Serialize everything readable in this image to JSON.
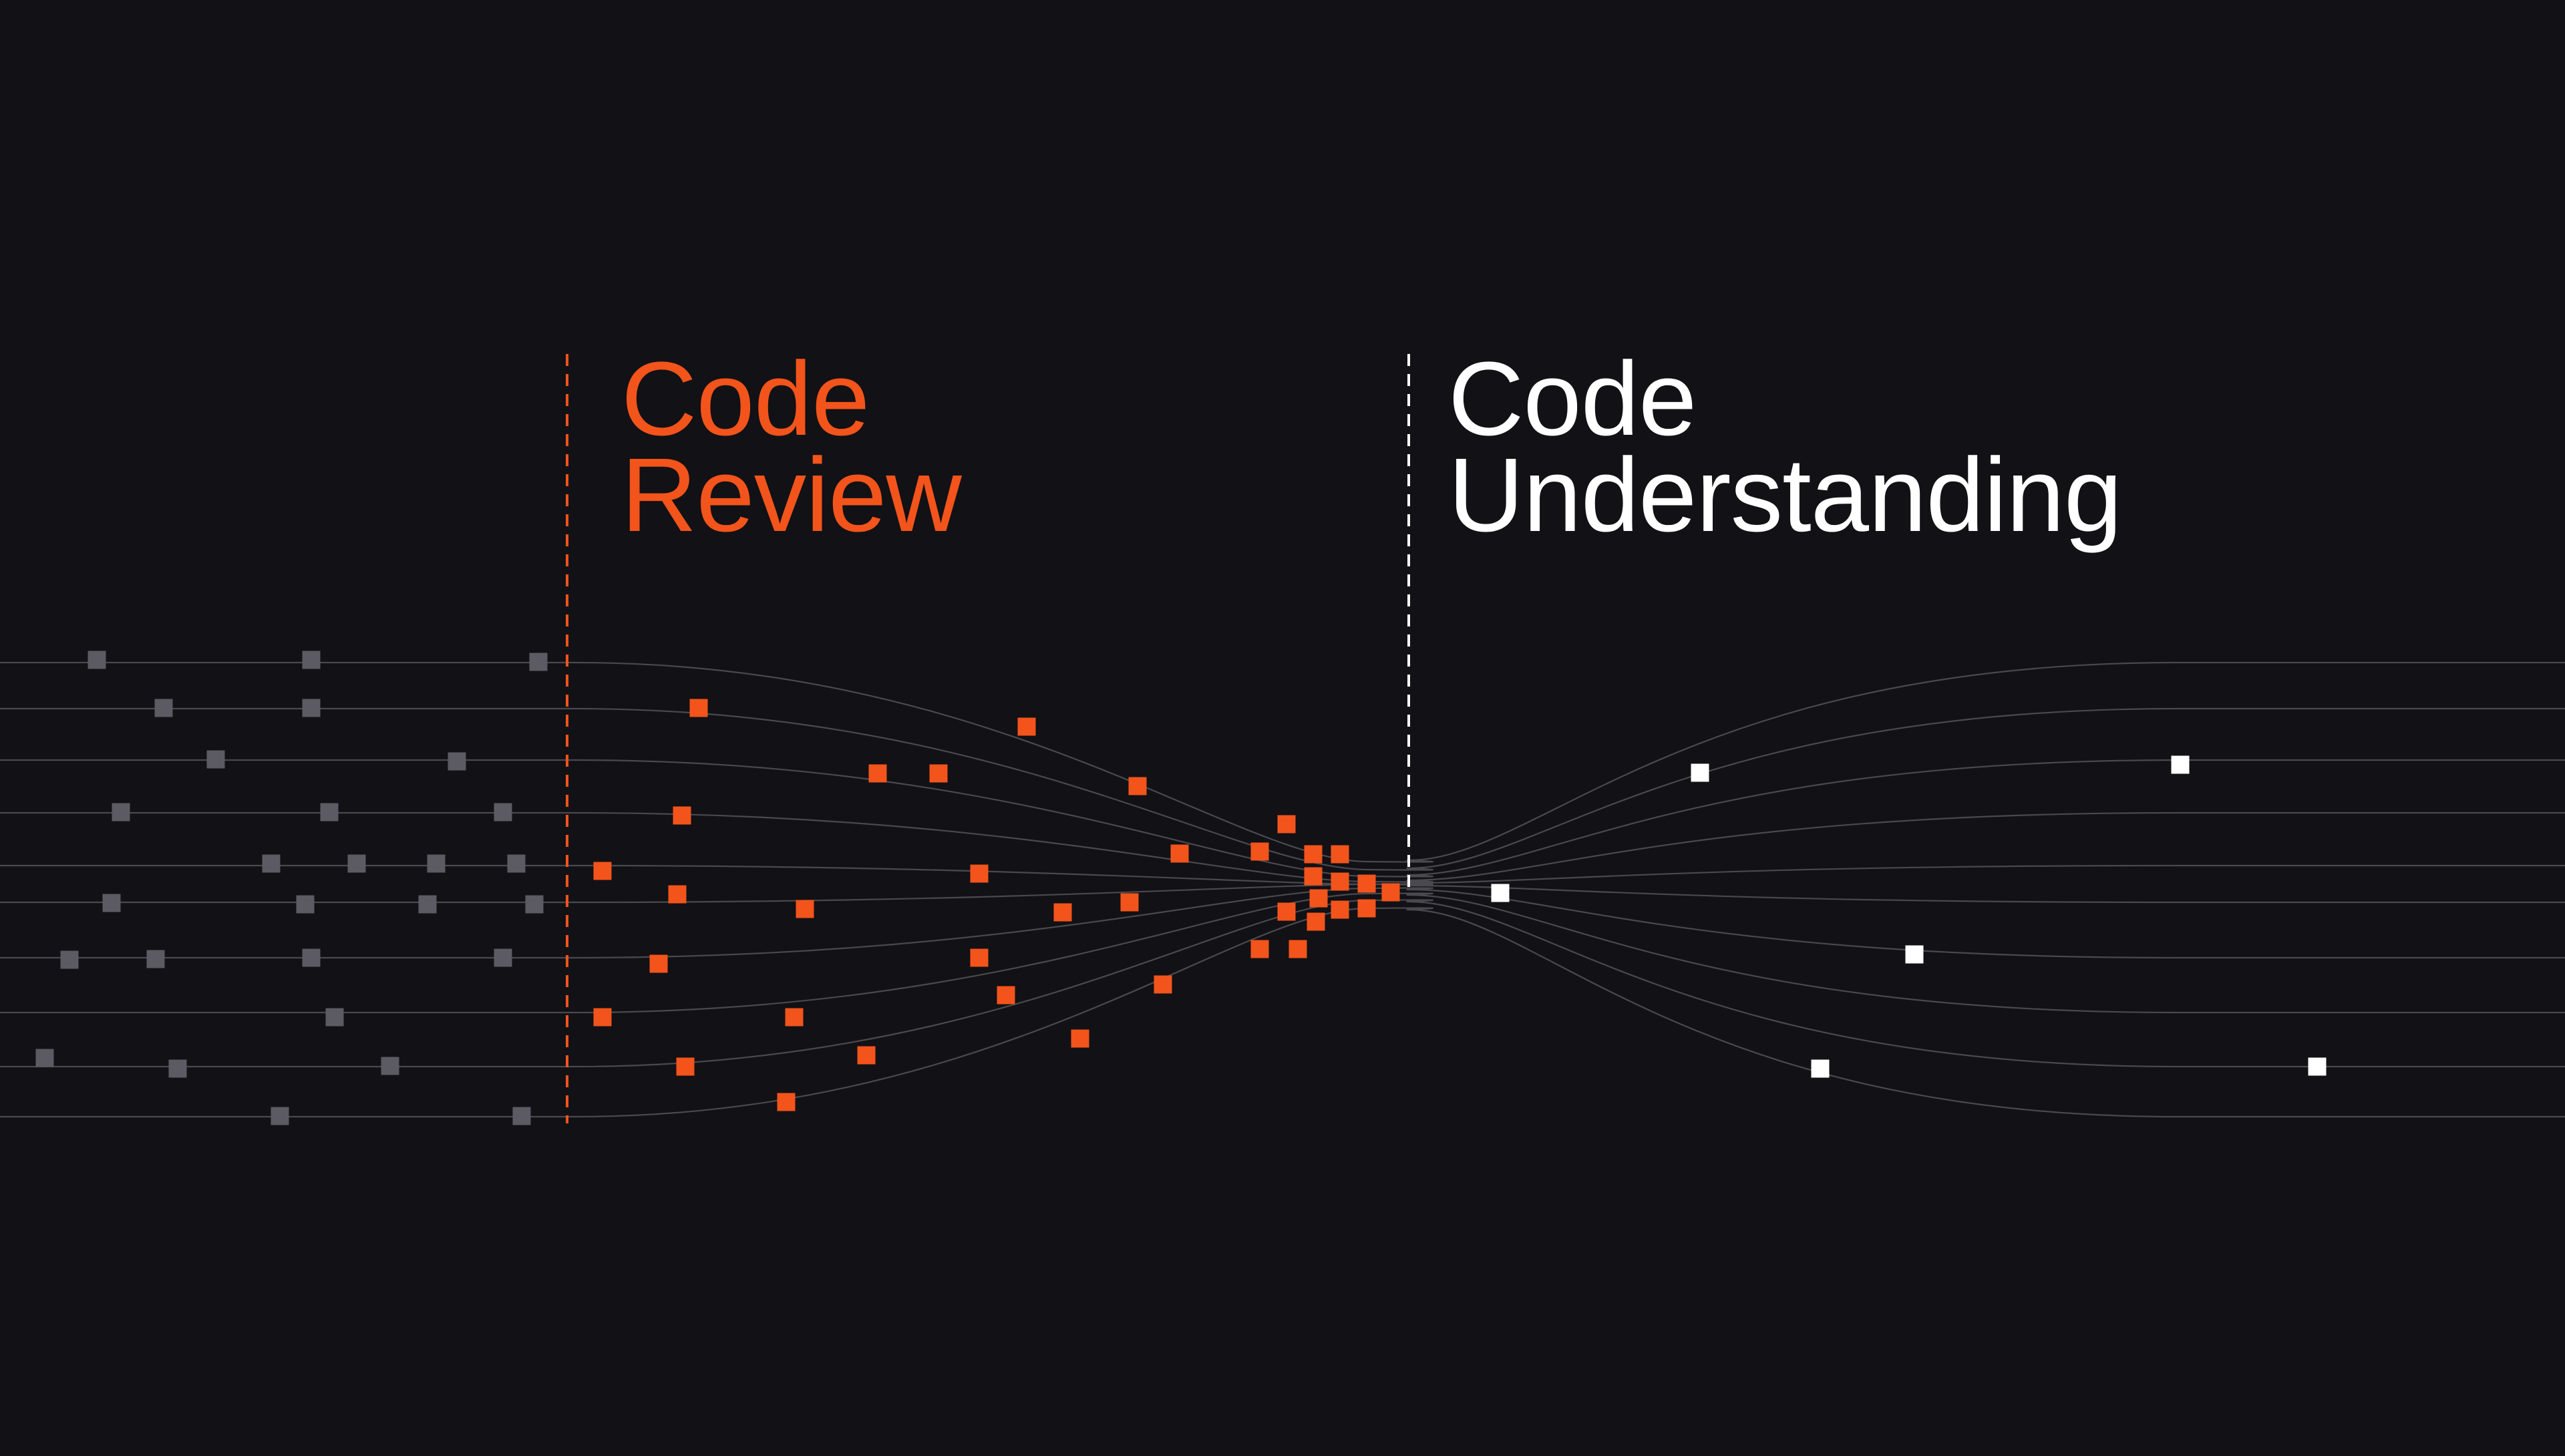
{
  "colors": {
    "background": "#121115",
    "review_accent": "#F2541B",
    "understanding_accent": "#FFFFFF",
    "neutral_square": "#5C5B63",
    "track_line": "#4A4950"
  },
  "headings": {
    "review": {
      "line1": "Code",
      "line2": "Review"
    },
    "understanding": {
      "line1": "Code",
      "line2": "Understanding"
    }
  },
  "icons": {
    "neutral_marker": "gray-square-icon",
    "review_marker": "orange-square-icon",
    "understanding_marker": "white-square-icon"
  },
  "track_count": 10
}
